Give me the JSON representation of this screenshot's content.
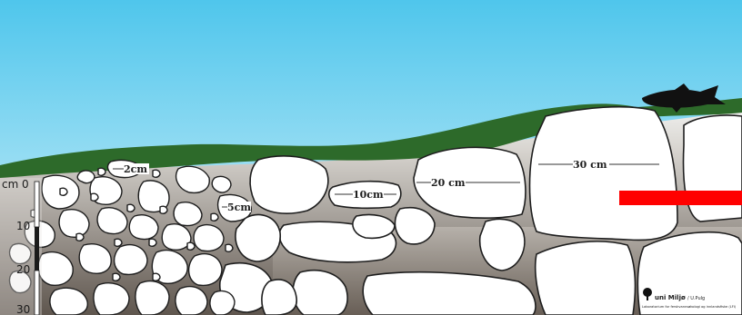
{
  "diagram": {
    "depth_scale": {
      "unit": "cm",
      "ticks": [
        "0",
        "10",
        "20",
        "30"
      ]
    },
    "stone_labels": [
      "2cm",
      "5cm",
      "10cm",
      "20 cm",
      "30 cm"
    ],
    "logo": {
      "name": "uni Miljø",
      "credit": "/ U.Pulg",
      "subtitle": "Laboratorium for ferskvannsøkologi og innlandsfiske (LFI)"
    },
    "colors": {
      "sky_top": "#4fc6ec",
      "sky_bottom": "#d9f2fa",
      "biofilm": "#2d6a2a",
      "sediment_dark": "#6f655c",
      "sediment_light": "#d9d6d1",
      "stone": "#ffffff",
      "marker": "#ff0000",
      "fish": "#111111"
    }
  }
}
